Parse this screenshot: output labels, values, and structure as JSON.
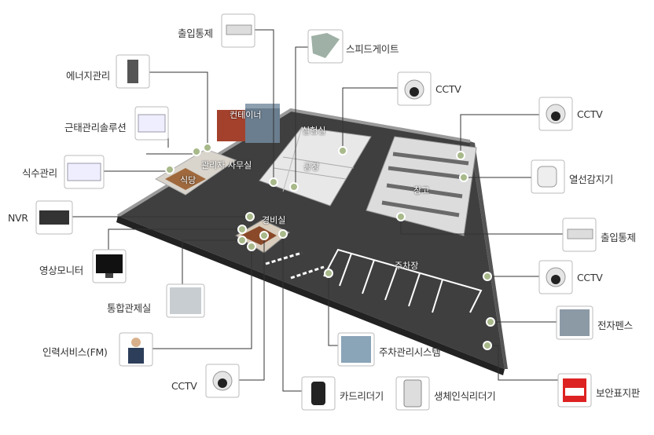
{
  "labels": {
    "access_top": "출입통제",
    "speed_gate": "스피드게이트",
    "energy": "에너지관리",
    "cctv_top": "CCTV",
    "attendance": "근태관리솔루션",
    "cctv_right1": "CCTV",
    "meal": "식수관리",
    "thermal": "열선감지기",
    "nvr": "NVR",
    "access_right": "출입통제",
    "monitor": "영상모니터",
    "cctv_right2": "CCTV",
    "control_room": "통합관제실",
    "electric_fence": "전자펜스",
    "fm_service": "인력서비스(FM)",
    "parking_system": "주차관리시스템",
    "cctv_bottom": "CCTV",
    "card_reader": "카드리더기",
    "bio_reader": "생체인식리더기",
    "security_sign": "보안표지판"
  },
  "map": {
    "container": "컨테이너",
    "lab": "실험실",
    "admin_office": "관리자 사무실",
    "factory": "공장",
    "cafeteria": "식당",
    "warehouse": "창고",
    "guard_room": "경비실",
    "parking": "주차장"
  },
  "sign_text": "보안표지판"
}
